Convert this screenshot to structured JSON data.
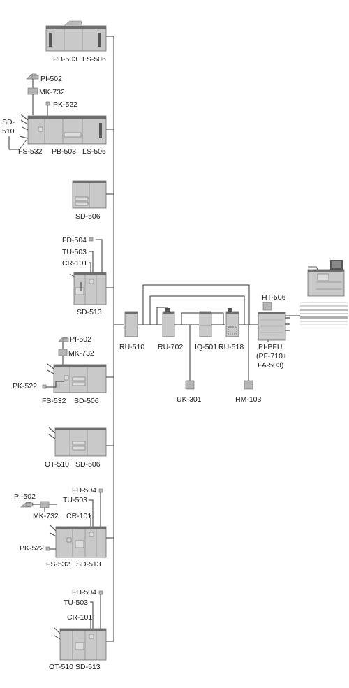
{
  "labels": {
    "pb503_a": "PB-503",
    "ls506_a": "LS-506",
    "pi502_a": "PI-502",
    "mk732_a": "MK-732",
    "pk522_a": "PK-522",
    "sd510_a": "SD-",
    "sd510_b": "510",
    "fs532_a": "FS-532",
    "pb503_b": "PB-503",
    "ls506_b": "LS-506",
    "sd506_a": "SD-506",
    "fd504_a": "FD-504",
    "tu503_a": "TU-503",
    "cr101_a": "CR-101",
    "sd513_a": "SD-513",
    "ru510": "RU-510",
    "ru702": "RU-702",
    "iq501": "IQ-501",
    "ru518": "RU-518",
    "ht506": "HT-506",
    "pipfu_1": "PI-PFU",
    "pipfu_2": "(PF-710+",
    "pipfu_3": "FA-503)",
    "uk301": "UK-301",
    "hm103": "HM-103",
    "pi502_b": "PI-502",
    "mk732_b": "MK-732",
    "pk522_b": "PK-522",
    "fs532_b": "FS-532",
    "sd506_b": "SD-506",
    "ot510_a": "OT-510",
    "sd506_c": "SD-506",
    "fd504_b": "FD-504",
    "pi502_c": "PI-502",
    "tu503_b": "TU-503",
    "mk732_c": "MK-732",
    "cr101_b": "CR-101",
    "pk522_c": "PK-522",
    "fs532_c": "FS-532",
    "sd513_b": "SD-513",
    "fd504_c": "FD-504",
    "tu503_c": "TU-503",
    "cr101_c": "CR-101",
    "ot510_b": "OT-510",
    "sd513_c": "SD-513"
  }
}
